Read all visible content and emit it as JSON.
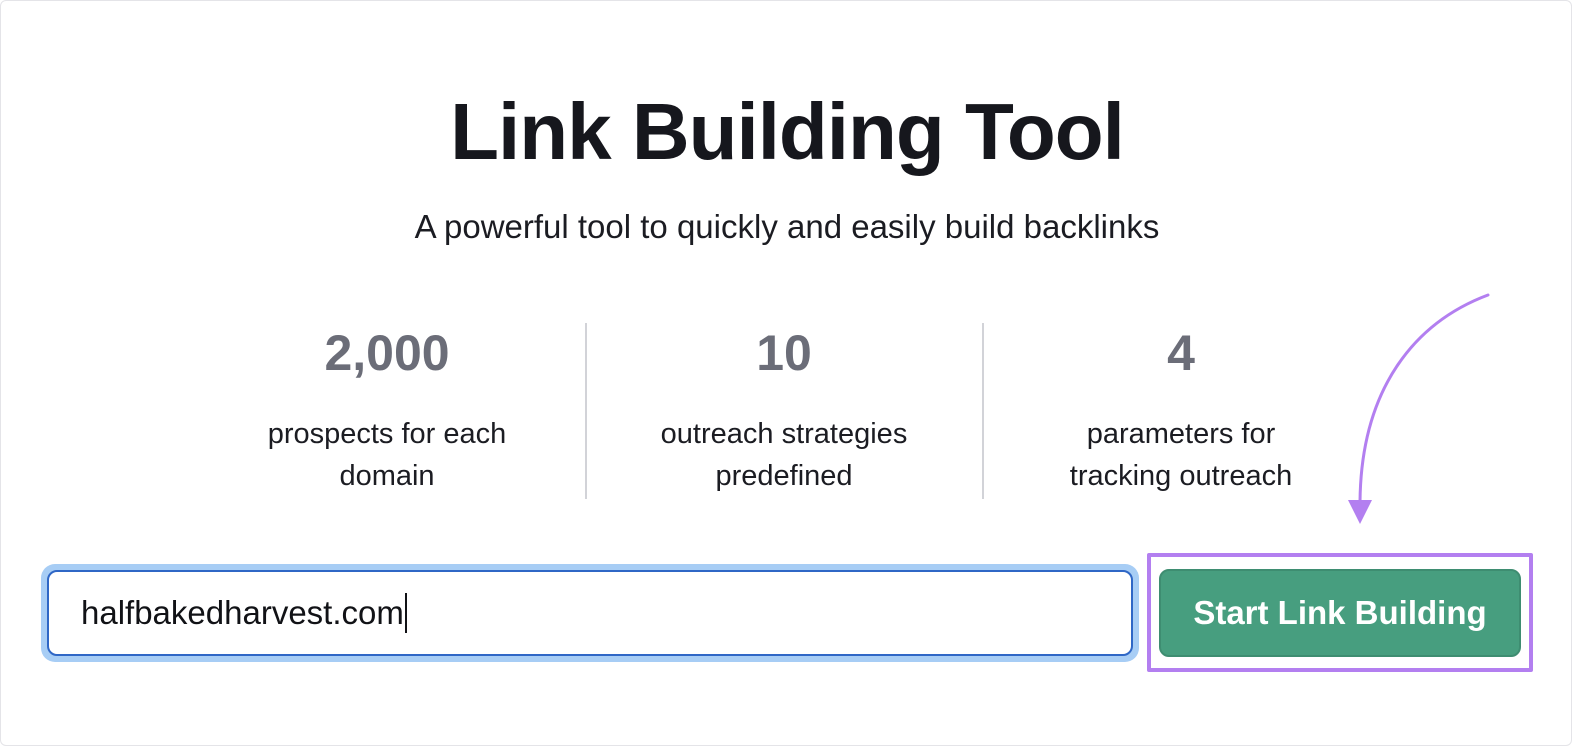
{
  "hero": {
    "title": "Link Building Tool",
    "subtitle": "A powerful tool to quickly and easily build backlinks"
  },
  "stats": [
    {
      "value": "2,000",
      "label_line1": "prospects for each",
      "label_line2": "domain"
    },
    {
      "value": "10",
      "label_line1": "outreach strategies",
      "label_line2": "predefined"
    },
    {
      "value": "4",
      "label_line1": "parameters for",
      "label_line2": "tracking outreach"
    }
  ],
  "domain_input": {
    "value": "halfbakedharvest.com"
  },
  "start_button": {
    "label": "Start Link Building"
  },
  "colors": {
    "button_green": "#479e7f",
    "annotation_purple": "#b37ff0",
    "input_focus_blue": "#2f67c6"
  },
  "icons": {
    "annotation": "curved-arrow-icon"
  }
}
